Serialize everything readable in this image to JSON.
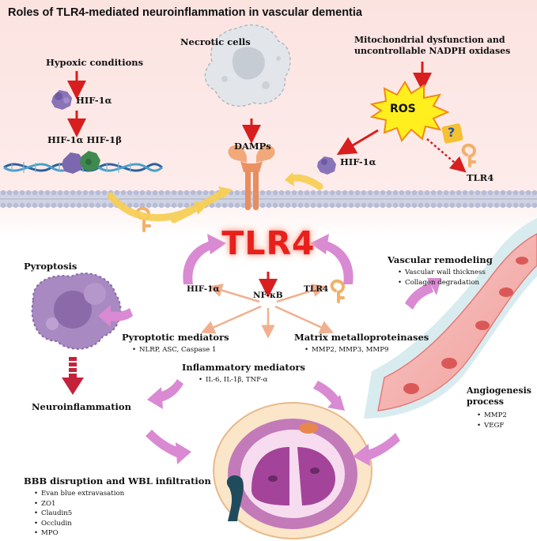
{
  "title": "Roles of TLR4-mediated neuroinflammation in vascular dementia",
  "top": {
    "hypoxic": "Hypoxic conditions",
    "hif1a": "HIF-1α",
    "hif1a_hif1b": "HIF-1α HIF-1β",
    "necrotic": "Necrotic cells",
    "damps": "DAMPs",
    "mito_line1": "Mitochondrial dysfunction and",
    "mito_line2": "uncontrollable NADPH oxidases",
    "ros": "ROS",
    "hif1a_right": "HIF-1α",
    "tlr4_small": "TLR4",
    "question": "?"
  },
  "center": {
    "tlr4": "TLR4",
    "nfkb": "NF-κB",
    "hif1a": "HIF-1α"
  },
  "pyroptosis": {
    "title": "Pyroptosis",
    "outcome": "Neuroinflammation"
  },
  "pyroptotic_mediators": {
    "title": "Pyroptotic mediators",
    "items": "NLRP, ASC, Caspase 1"
  },
  "mmp": {
    "title": "Matrix metalloproteinases",
    "items": "MMP2, MMP3, MMP9"
  },
  "inflammatory": {
    "title": "Inflammatory mediators",
    "items": "IL-6, IL-1β, TNF-α"
  },
  "vascular": {
    "title": "Vascular remodeling",
    "items": [
      "Vascular wall thickness",
      "Collagen degradation"
    ]
  },
  "angiogenesis": {
    "title_line1": "Angiogenesis",
    "title_line2": "process",
    "items": [
      "MMP2",
      "VEGF"
    ]
  },
  "bbb": {
    "title": "BBB disruption and WBL infiltration",
    "items": [
      "Evan blue extravasation",
      "ZO1",
      "Claudin5",
      "Occludin",
      "MPO"
    ]
  },
  "colors": {
    "arrow_red": "#d81e1e",
    "arrow_pink": "#d98ad2",
    "arrow_yellow": "#f7cf58",
    "receptor": "#f2a97a",
    "vessel": "#f1a7a4",
    "ros_burst": "#ffef1e"
  },
  "icons": [
    "hif-protein-icon",
    "dna-icon",
    "necrotic-cell-icon",
    "tlr4-receptor-icon",
    "ros-burst-icon",
    "pyroptotic-cell-icon",
    "blood-vessel-icon",
    "vessel-cross-section-icon"
  ]
}
